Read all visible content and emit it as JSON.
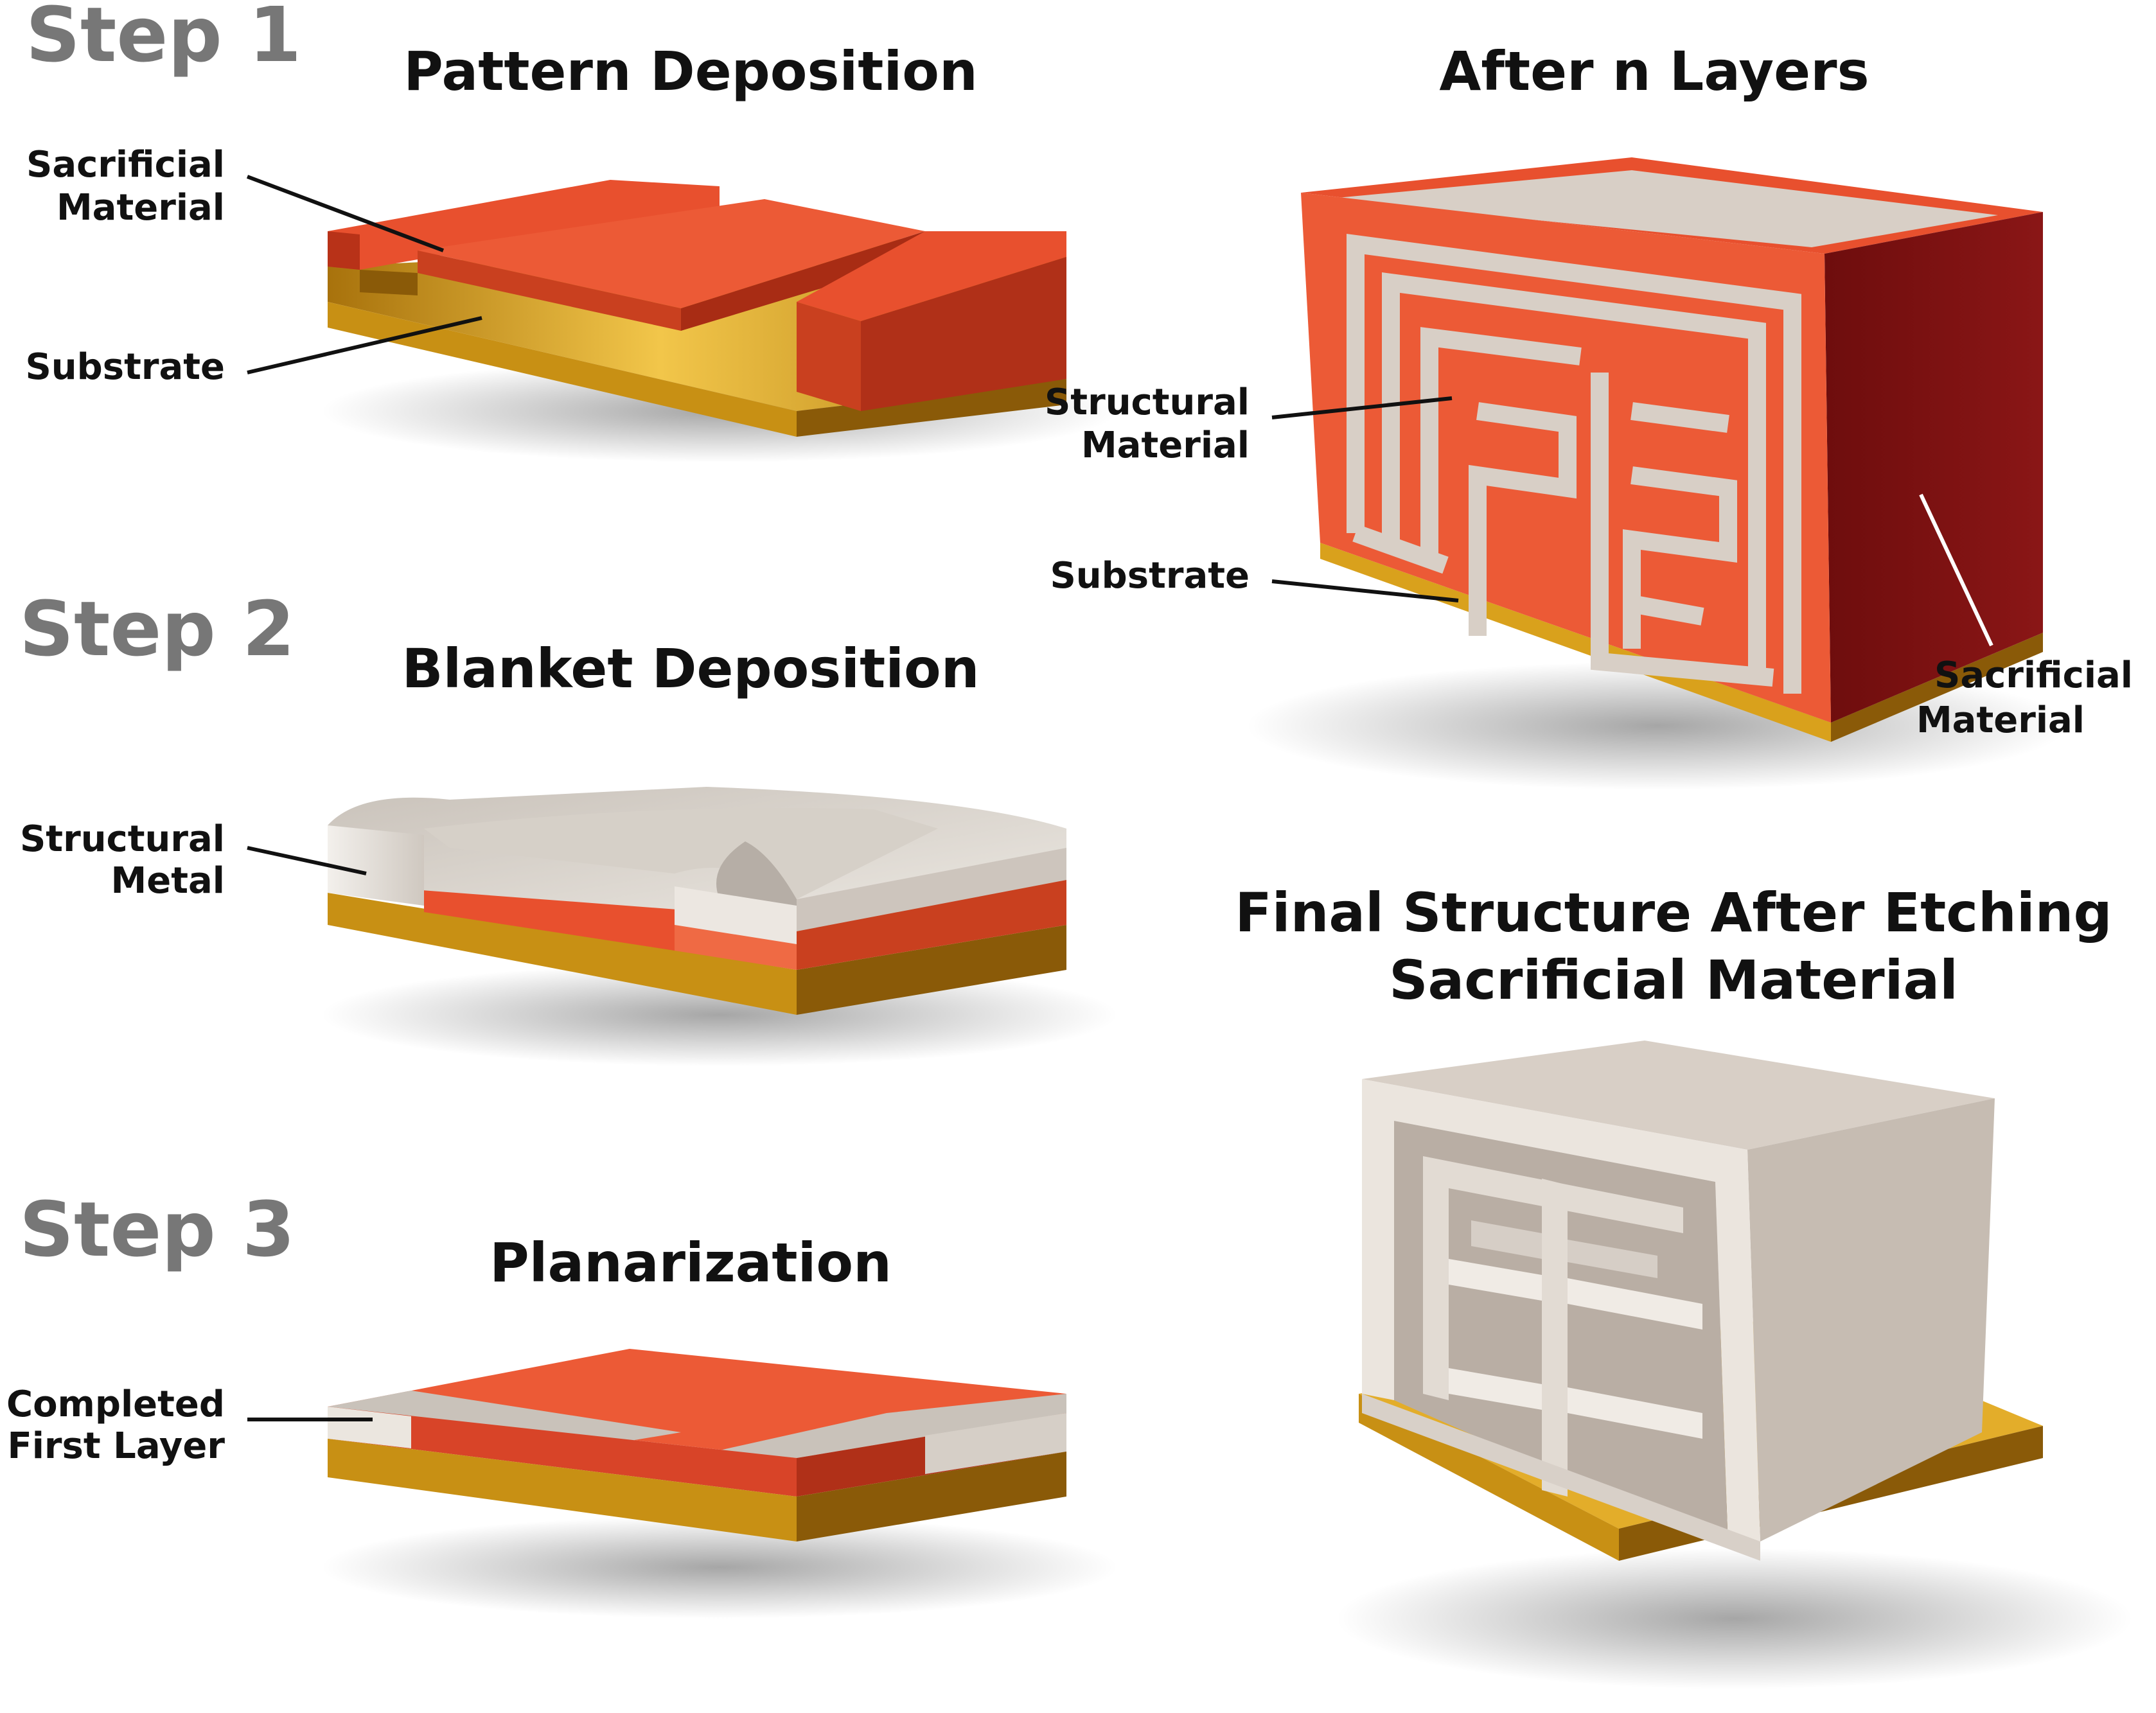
{
  "steps": {
    "step1": "Step 1",
    "step2": "Step 2",
    "step3": "Step 3"
  },
  "titles": {
    "pattern": "Pattern Deposition",
    "blanket": "Blanket Deposition",
    "planarization": "Planarization",
    "after_layers": "After n Layers",
    "final_line1": "Final Structure After Etching",
    "final_line2": "Sacrificial Material"
  },
  "callouts": {
    "step1_sacrificial": [
      "Sacrificial",
      "Material"
    ],
    "step1_substrate": "Substrate",
    "step2_structural": [
      "Structural",
      "Metal"
    ],
    "step3_completed": [
      "Completed",
      "First Layer"
    ],
    "nlayers_structural": [
      "Structural",
      "Material"
    ],
    "nlayers_substrate": "Substrate",
    "nlayers_sacrificial": [
      "Sacrificial",
      "Material"
    ]
  },
  "colors": {
    "sacrificial": "#e8502e",
    "sacrificial_dark": "#7a1010",
    "substrate": "#d9a11c",
    "structural": "#d8d0c8",
    "step_label": "#777777"
  }
}
